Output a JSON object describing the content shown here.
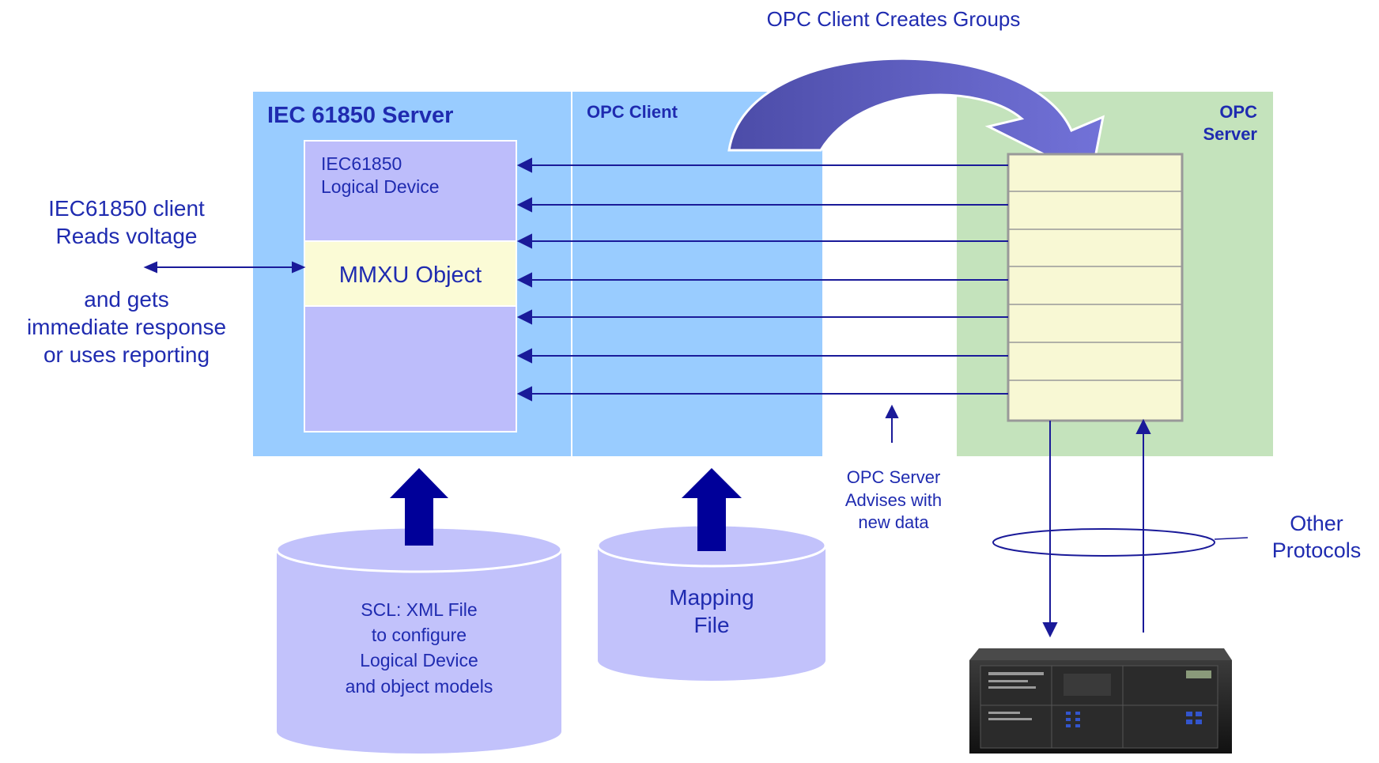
{
  "top_label": "OPC Client Creates Groups",
  "iec_server": {
    "title": "IEC 61850 Server"
  },
  "opc_client": {
    "title": "OPC Client"
  },
  "opc_server": {
    "title_line1": "OPC",
    "title_line2": "Server"
  },
  "logical_device": {
    "line1": "IEC61850",
    "line2": "Logical Device"
  },
  "mmxu_object": {
    "label": "MMXU Object"
  },
  "iec_client_note": {
    "line1": "IEC61850 client",
    "line2": "Reads voltage",
    "line3": "and gets",
    "line4": "immediate response",
    "line5": "or uses reporting"
  },
  "advise_note": {
    "line1": "OPC Server",
    "line2": "Advises with",
    "line3": "new data"
  },
  "scl_file": {
    "line1": "SCL: XML File",
    "line2": "to configure",
    "line3": "Logical Device",
    "line4": "and object models"
  },
  "mapping_file": {
    "line1": "Mapping",
    "line2": "File"
  },
  "other_protocols": {
    "line1": "Other",
    "line2": "Protocols"
  },
  "colors": {
    "text": "#1f2bb0",
    "iec_panel": "#99ccff",
    "opc_server_panel": "#c4e3bc",
    "logical_device_box": "#bdbdfb",
    "mmxu_box": "#fbfbd6",
    "cylinder": "#c2c2fb",
    "arrow_line": "#1a1a99",
    "block_arrow": "#000099",
    "curved_arrow": "#5a5ab8",
    "opc_rows": "#f8f8d4"
  },
  "device_image": "relay-device-icon"
}
